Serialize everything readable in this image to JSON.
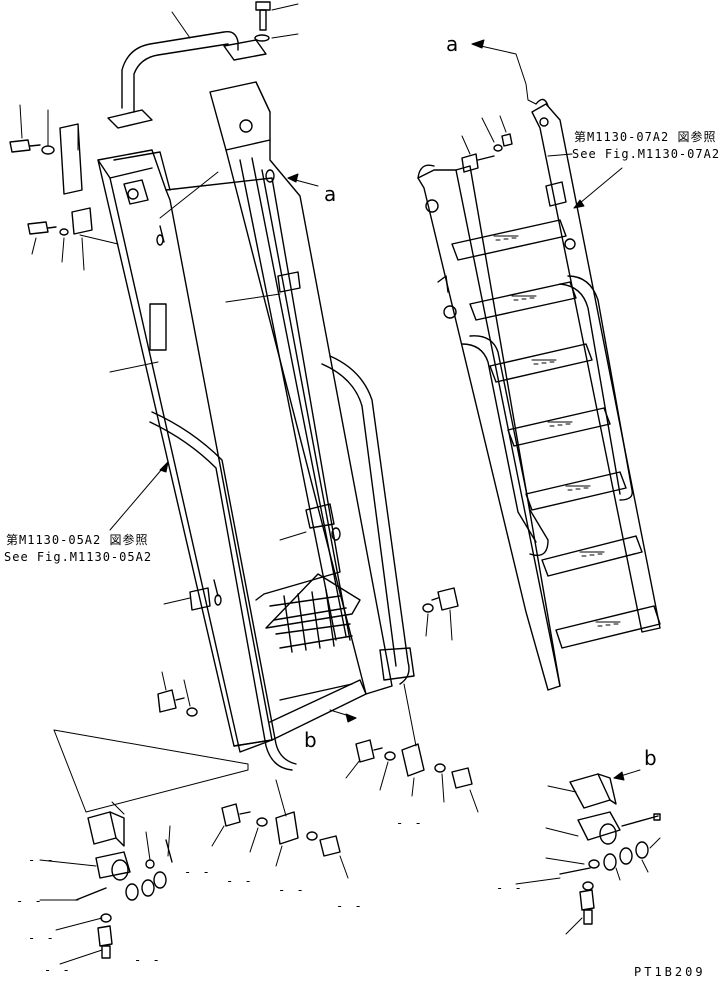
{
  "callouts": {
    "a_top": "a",
    "a_mid": "a",
    "b_bottom": "b",
    "b_right": "b"
  },
  "references": {
    "right_ref_jp": "第M1130-07A2 図参照",
    "right_ref_en": "See Fig.M1130-07A2",
    "left_ref_jp": "第M1130-05A2 図参照",
    "left_ref_en": "See Fig.M1130-05A2"
  },
  "drawing_code": "PT1B209",
  "blank_leader_marks": [
    "- -",
    "- -",
    "- -",
    "- -",
    "- -",
    "- -",
    "- -",
    "- -",
    "- -",
    "- -",
    "- -"
  ],
  "colors": {
    "line": "#000000",
    "background": "#ffffff"
  }
}
